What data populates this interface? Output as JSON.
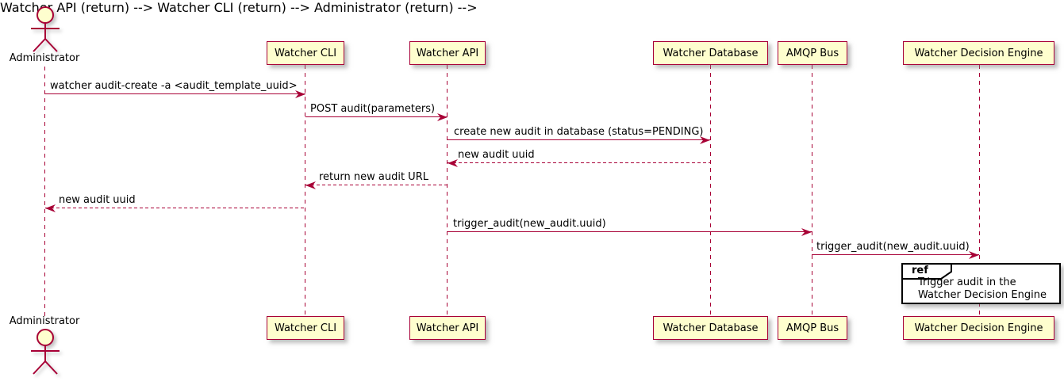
{
  "diagram": {
    "kind": "uml-sequence-diagram",
    "theme": {
      "participant_fill": "#FEFECE",
      "participant_border": "#A80036",
      "arrow_color": "#A80036",
      "lifeline_color": "#A80036",
      "text_color": "#000000",
      "ref_border": "#000000",
      "ref_fill": "#FFFFFF",
      "background": "#FFFFFF"
    }
  },
  "participants": [
    {
      "name": "Administrator",
      "kind": "actor"
    },
    {
      "name": "Watcher CLI",
      "kind": "participant"
    },
    {
      "name": "Watcher API",
      "kind": "participant"
    },
    {
      "name": "Watcher Database",
      "kind": "participant"
    },
    {
      "name": "AMQP Bus",
      "kind": "participant"
    },
    {
      "name": "Watcher Decision Engine",
      "kind": "participant"
    }
  ],
  "messages": [
    {
      "from": "Administrator",
      "to": "Watcher CLI",
      "style": "solid",
      "label": "watcher audit-create -a <audit_template_uuid>"
    },
    {
      "from": "Watcher CLI",
      "to": "Watcher API",
      "style": "solid",
      "label": "POST audit(parameters)"
    },
    {
      "from": "Watcher API",
      "to": "Watcher Database",
      "style": "solid",
      "label": "create new audit in database (status=PENDING)"
    },
    {
      "from": "Watcher Database",
      "to": "Watcher API",
      "style": "dashed",
      "label": "new audit uuid"
    },
    {
      "from": "Watcher API",
      "to": "Watcher CLI",
      "style": "dashed",
      "label": "return new audit URL"
    },
    {
      "from": "Watcher CLI",
      "to": "Administrator",
      "style": "dashed",
      "label": "new audit uuid"
    },
    {
      "from": "Watcher API",
      "to": "AMQP Bus",
      "style": "solid",
      "label": "trigger_audit(new_audit.uuid)"
    },
    {
      "from": "AMQP Bus",
      "to": "Watcher Decision Engine",
      "style": "solid",
      "label": "trigger_audit(new_audit.uuid)"
    }
  ],
  "ref": {
    "keyword": "ref",
    "over": "Watcher Decision Engine",
    "lines": [
      "Trigger audit in the",
      "Watcher Decision Engine"
    ]
  }
}
